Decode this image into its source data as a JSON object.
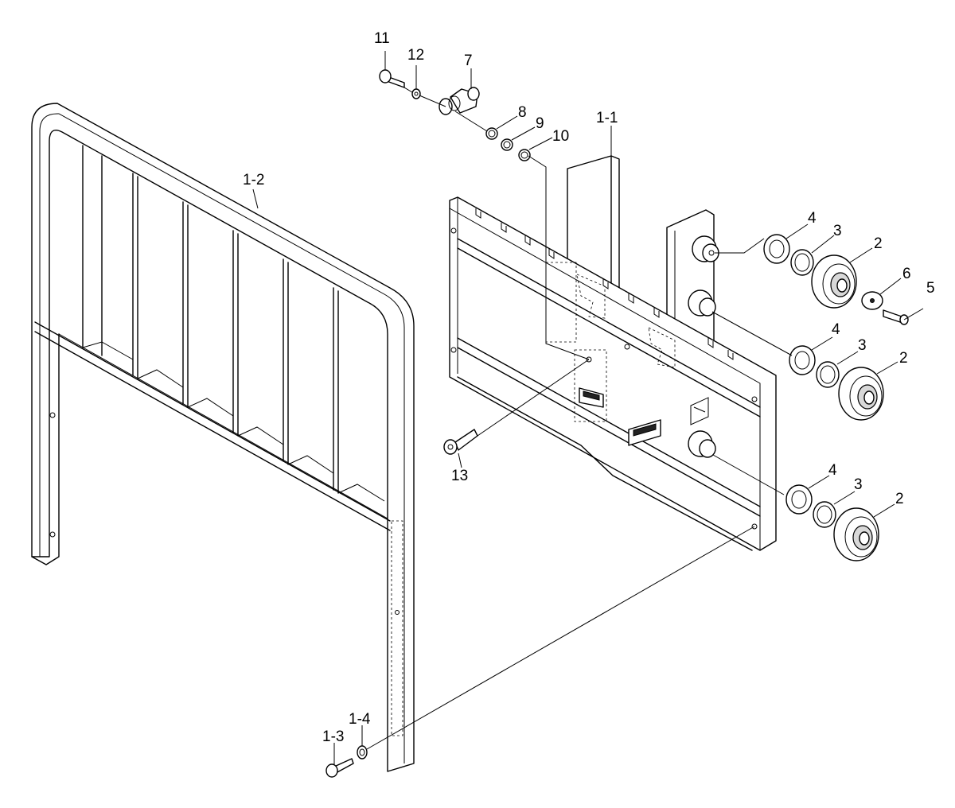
{
  "diagram": {
    "labels": {
      "p1_1": "1-1",
      "p1_2": "1-2",
      "p1_3": "1-3",
      "p1_4": "1-4",
      "p2": "2",
      "p3": "3",
      "p4": "4",
      "p5": "5",
      "p6": "6",
      "p7": "7",
      "p8": "8",
      "p9": "9",
      "p10": "10",
      "p11": "11",
      "p12": "12",
      "p13": "13"
    }
  }
}
